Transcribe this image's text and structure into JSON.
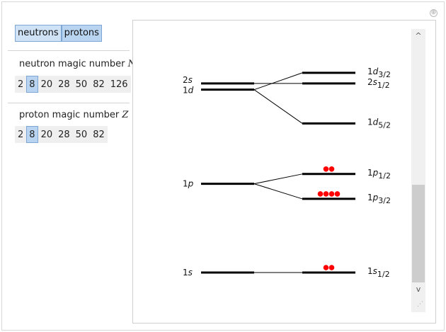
{
  "close_glyph": "⊕",
  "mode_toggle": {
    "options": [
      "neutrons",
      "protons"
    ],
    "selected": "protons"
  },
  "neutron_setter": {
    "label_text": "neutron magic number",
    "label_var": "N",
    "values": [
      "2",
      "8",
      "20",
      "28",
      "50",
      "82",
      "126"
    ],
    "selected": "8"
  },
  "proton_setter": {
    "label_text": "proton magic number",
    "label_var": "Z",
    "values": [
      "2",
      "8",
      "20",
      "28",
      "50",
      "82"
    ],
    "selected": "8"
  },
  "scroll": {
    "up_glyph": "^",
    "down_glyph": "v",
    "grip_glyph": "⋰"
  },
  "diagram": {
    "particle_color": "#ff0000",
    "line_color": "#000000",
    "left_levels": [
      {
        "n": "1",
        "l": "s",
        "energy": 0
      },
      {
        "n": "1",
        "l": "p",
        "energy": 1
      },
      {
        "n": "1",
        "l": "d",
        "energy": 2.06
      },
      {
        "n": "2",
        "l": "s",
        "energy": 2.13
      }
    ],
    "right_levels": [
      {
        "label_main": "1s",
        "label_sub": "1/2",
        "energy": 0,
        "parent": "1s",
        "particles": 2
      },
      {
        "label_main": "1p",
        "label_sub": "3/2",
        "energy": 0.83,
        "parent": "1p",
        "particles": 4
      },
      {
        "label_main": "1p",
        "label_sub": "1/2",
        "energy": 1.11,
        "parent": "1p",
        "particles": 2
      },
      {
        "label_main": "1d",
        "label_sub": "5/2",
        "energy": 1.68,
        "parent": "1d",
        "particles": 0
      },
      {
        "label_main": "2s",
        "label_sub": "1/2",
        "energy": 2.13,
        "parent": "2s",
        "particles": 0
      },
      {
        "label_main": "1d",
        "label_sub": "3/2",
        "energy": 2.25,
        "parent": "1d",
        "particles": 0
      }
    ]
  }
}
